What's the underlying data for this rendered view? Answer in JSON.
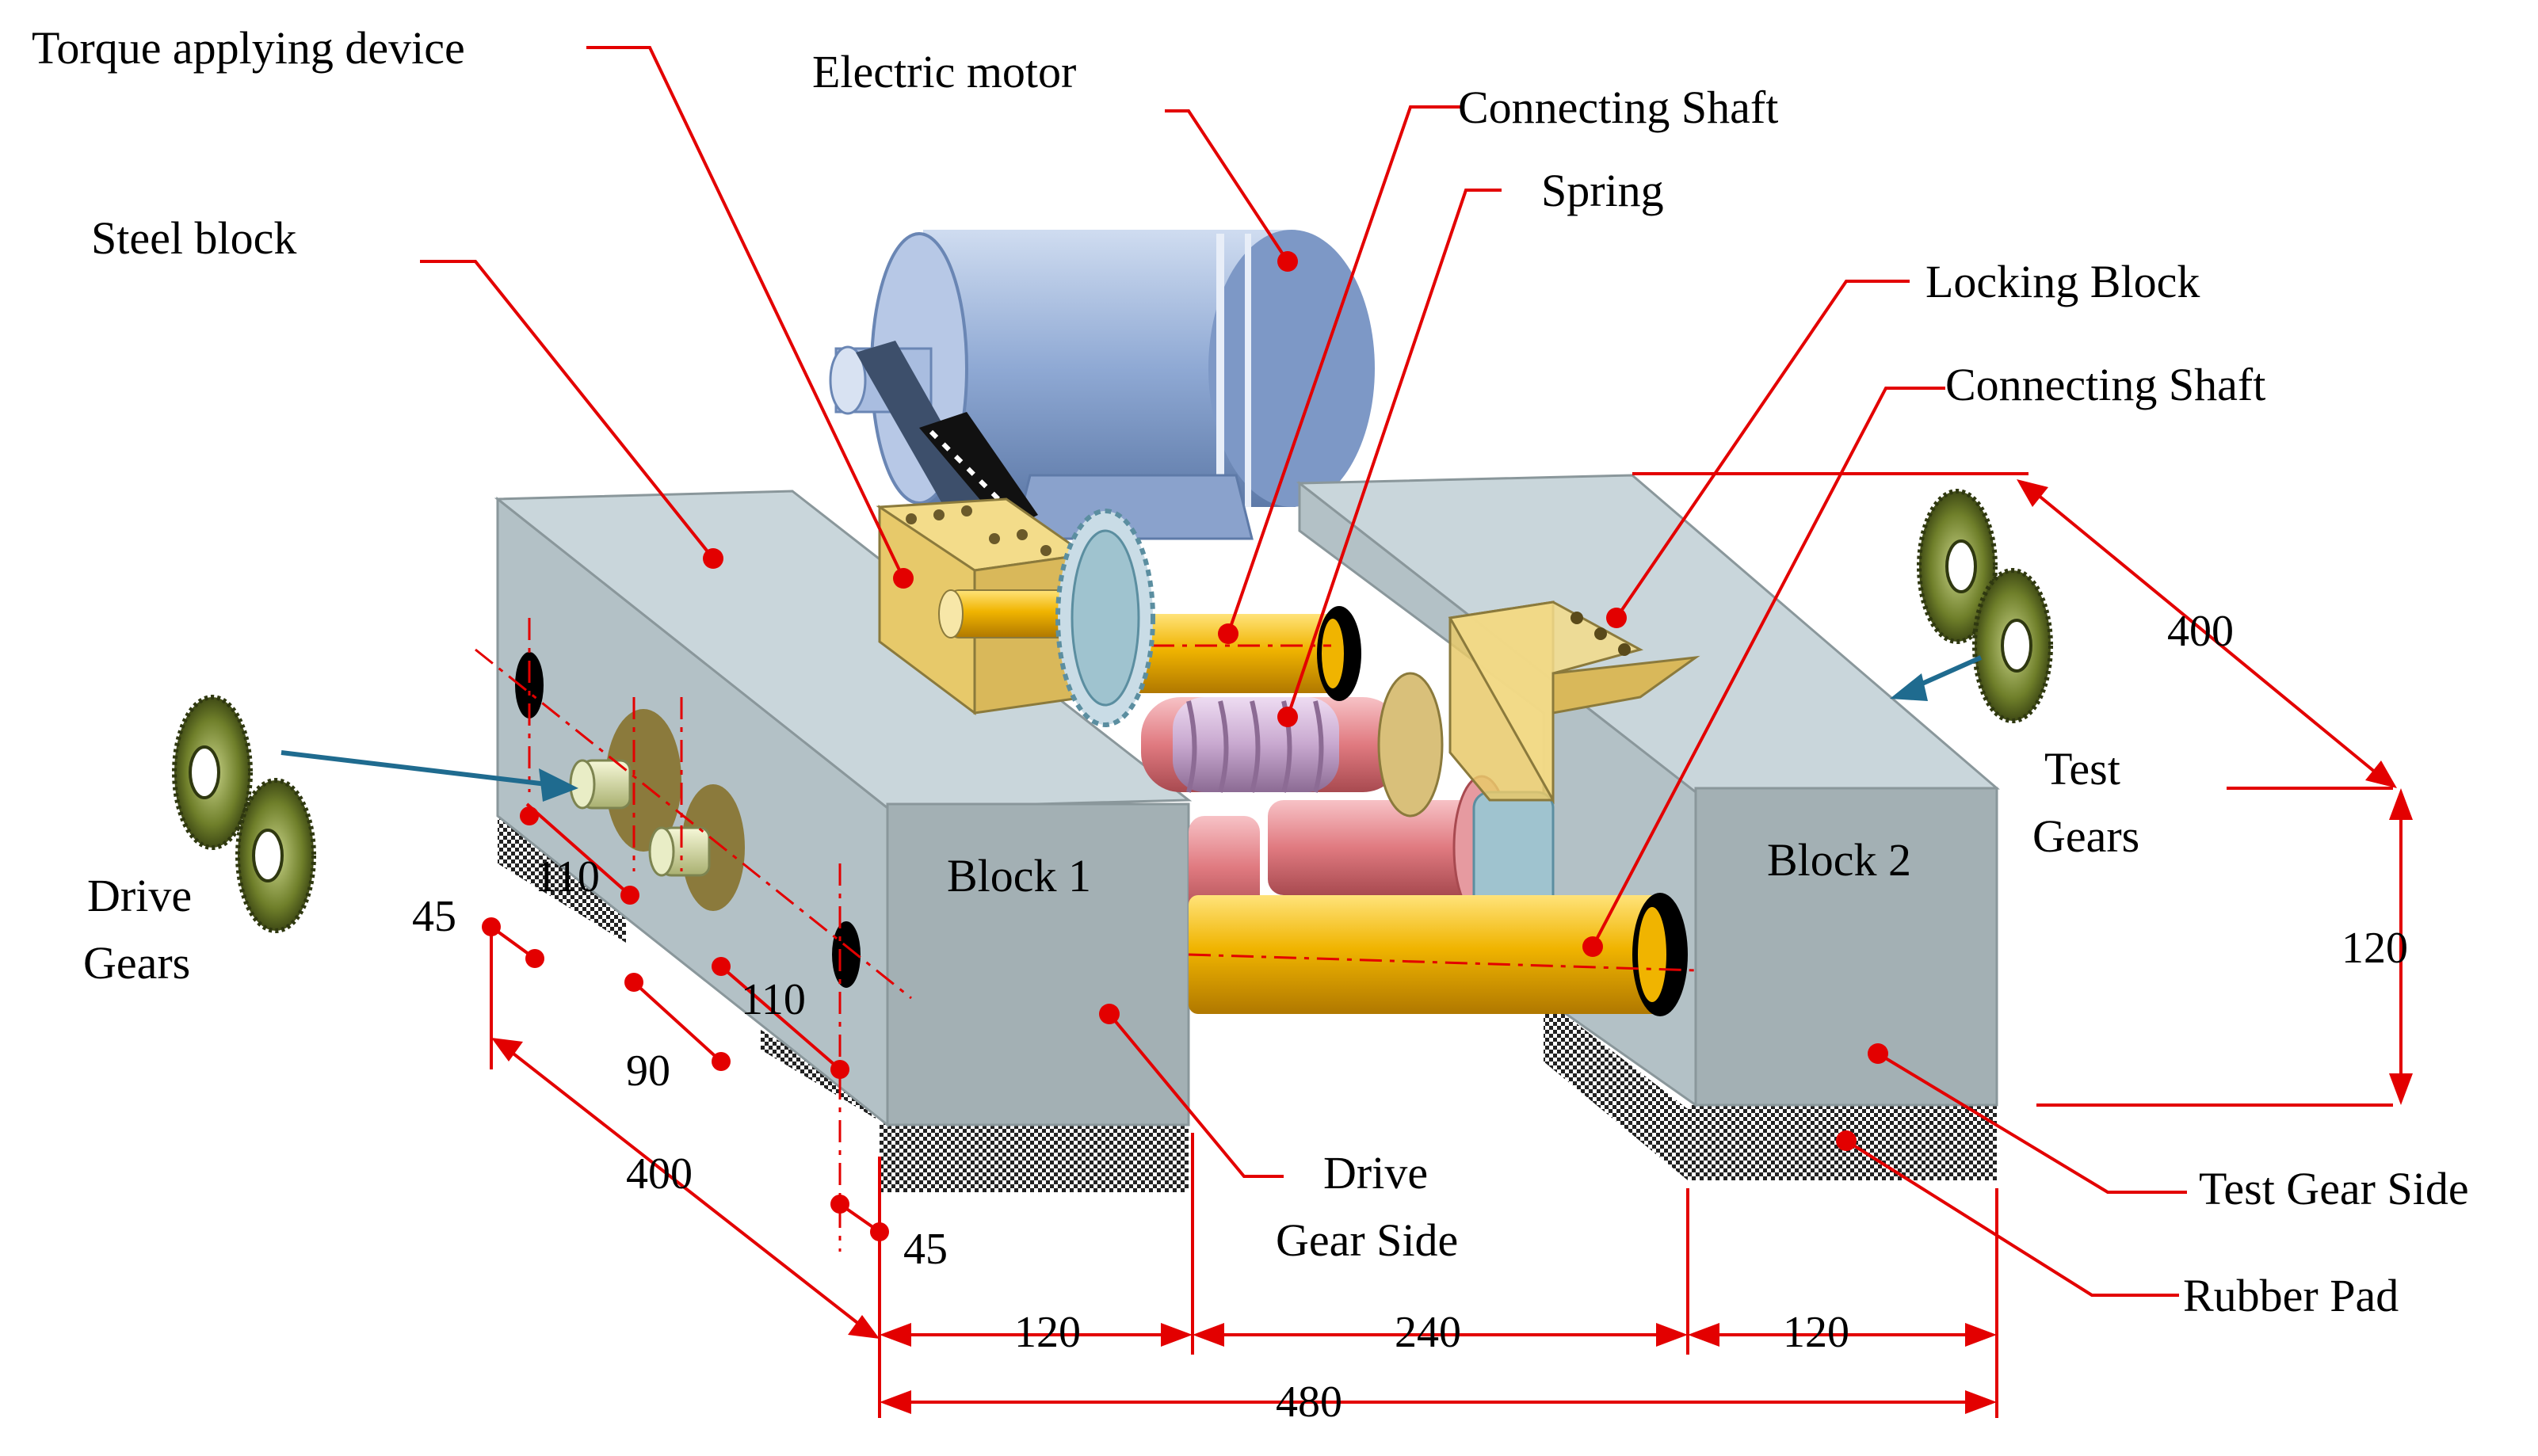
{
  "labels": {
    "torque_device": "Torque applying device",
    "electric_motor": "Electric motor",
    "connecting_shaft_top": "Connecting Shaft",
    "spring": "Spring",
    "steel_block": "Steel block",
    "locking_block": "Locking Block",
    "connecting_shaft_bottom": "Connecting Shaft",
    "drive_gears_1": "Drive",
    "drive_gears_2": "Gears",
    "test_gears_1": "Test",
    "test_gears_2": "Gears",
    "block1": "Block 1",
    "block2": "Block 2",
    "drive_gear_side_1": "Drive",
    "drive_gear_side_2": "Gear Side",
    "test_gear_side": "Test Gear Side",
    "rubber_pad": "Rubber Pad"
  },
  "dimensions": {
    "depth_right": "400",
    "height_right": "120",
    "depth_left": "400",
    "width_block1": "120",
    "gap": "240",
    "width_block2": "120",
    "total_width": "480",
    "hole_45_top": "45",
    "hole_110_a": "110",
    "hole_90": "90",
    "hole_110_b": "110",
    "hole_45_bottom": "45"
  },
  "colors": {
    "annotation": "#e30000",
    "block_top": "#c9d6db",
    "block_front": "#a9b6ba",
    "motor": "#8fa9d4",
    "shaft": "#f0b400",
    "roller": "#e07a80",
    "spring": "#c8a8cf",
    "bracket": "#e7c96a",
    "gear": "#6f7f2a",
    "arrow": "#1f6b8f"
  }
}
